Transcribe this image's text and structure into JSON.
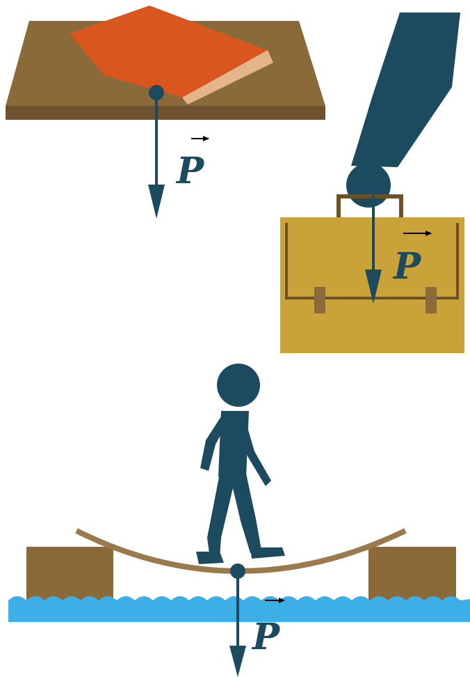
{
  "colors": {
    "force": "#1c4a5e",
    "table": "#8b6a3a",
    "table_edge": "#6e5230",
    "book": "#d9561e",
    "book_pages": "#e4b48a",
    "case": "#c9a23a",
    "case_line": "#6e5026",
    "clasp": "#8b6a3a",
    "silhouette": "#1c4a5e",
    "plank": "#9a7a4c",
    "pier": "#8b6a3a",
    "water": "#3cb0e6"
  },
  "figures": [
    {
      "name": "book-on-table",
      "label": "P"
    },
    {
      "name": "briefcase-in-hand",
      "label": "P"
    },
    {
      "name": "man-on-bridge",
      "label": "P"
    }
  ]
}
